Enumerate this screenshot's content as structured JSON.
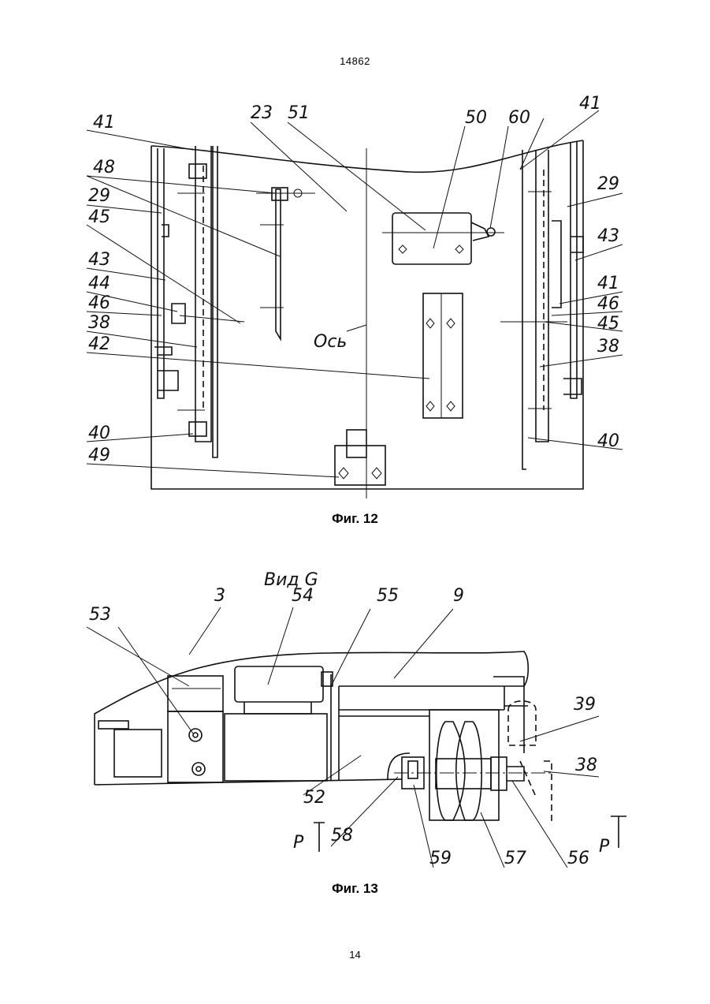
{
  "document_number": "14862",
  "page_number": "14",
  "figures": [
    {
      "caption": "Фиг. 12",
      "labels_left": [
        "41",
        "48",
        "29",
        "45",
        "43",
        "44",
        "46",
        "38",
        "42",
        "40",
        "49"
      ],
      "labels_top": [
        "23",
        "51",
        "50",
        "60",
        "41"
      ],
      "labels_right": [
        "29",
        "43",
        "41",
        "46",
        "45",
        "38",
        "40"
      ],
      "axis_label": "Ось"
    },
    {
      "caption": "Фиг. 13",
      "view_title": "Вид G",
      "labels_top": [
        "53",
        "3",
        "54",
        "55",
        "9"
      ],
      "labels_right": [
        "39",
        "38"
      ],
      "labels_bottom": [
        "52",
        "58",
        "59",
        "57",
        "56"
      ],
      "section_mark": "P"
    }
  ]
}
